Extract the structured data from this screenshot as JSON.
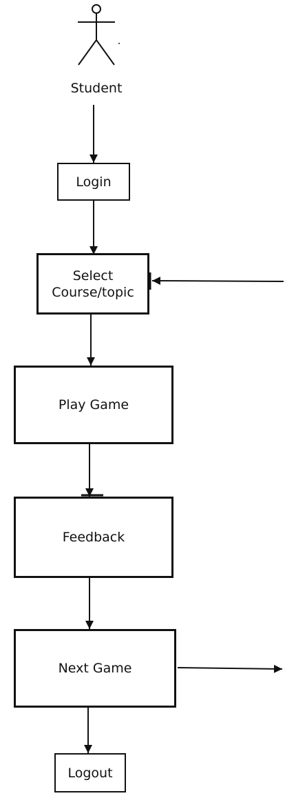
{
  "actor": {
    "label": "Student"
  },
  "steps": {
    "login": "Login",
    "select_line1": "Select",
    "select_line2": "Course/topic",
    "play_game": "Play Game",
    "feedback": "Feedback",
    "next_game": "Next Game",
    "logout": "Logout"
  }
}
